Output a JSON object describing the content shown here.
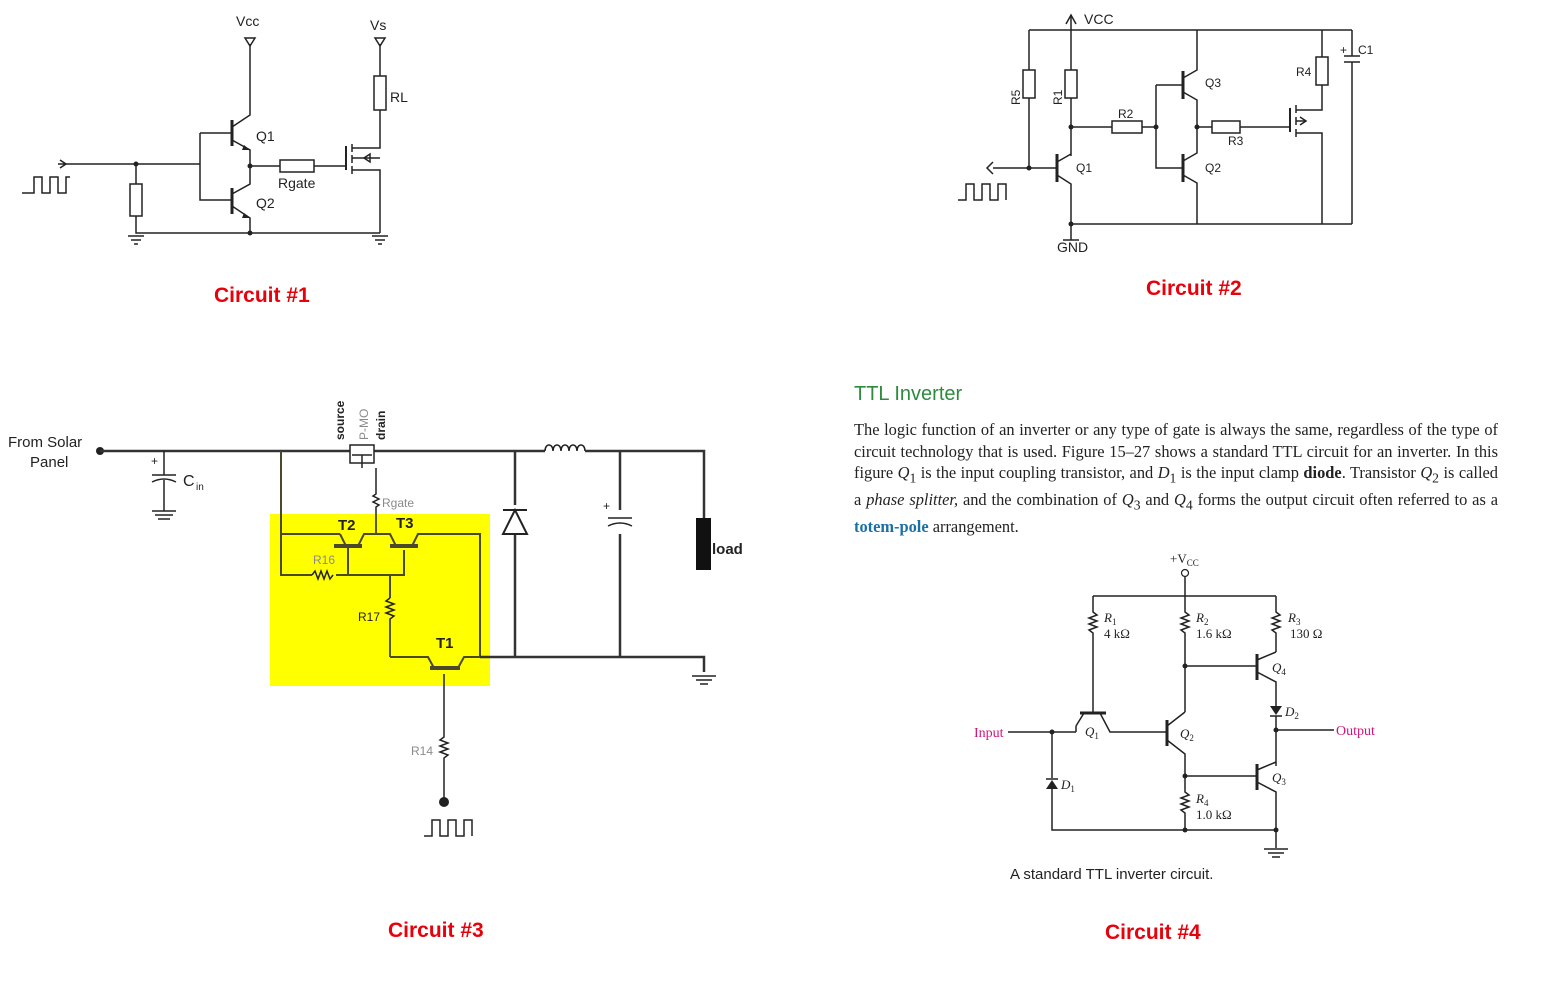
{
  "captions": {
    "c1": "Circuit #1",
    "c2": "Circuit #2",
    "c3": "Circuit #3",
    "c4": "Circuit #4"
  },
  "circuit1": {
    "vcc": "Vcc",
    "vs": "Vs",
    "rl": "RL",
    "q1": "Q1",
    "q2": "Q2",
    "rgate": "Rgate"
  },
  "circuit2": {
    "vcc": "VCC",
    "gnd": "GND",
    "r1": "R1",
    "r2": "R2",
    "r3": "R3",
    "r4": "R4",
    "r5": "R5",
    "q1": "Q1",
    "q2": "Q2",
    "q3": "Q3",
    "c1": "C1"
  },
  "circuit3": {
    "from": "From Solar",
    "panel": "Panel",
    "cin": "C",
    "cin_sub": "in",
    "source": "source",
    "pmo": "P-MO",
    "drain": "drain",
    "rgate": "Rgate",
    "t1": "T1",
    "t2": "T2",
    "t3": "T3",
    "r14": "R14",
    "r16": "R16",
    "r17": "R17",
    "load": "load",
    "highlight_color": "#ffff00"
  },
  "circuit4": {
    "title": "TTL Inverter",
    "paragraph_html": "The logic function of an inverter or any type of gate is always the same, regardless of the type of circuit technology that is used. Figure 15–27 shows a standard TTL circuit for an inverter. In this figure <i>Q</i><sub>1</sub> is the input coupling transistor, and <i>D</i><sub>1</sub> is the input clamp <b>diode</b>. Transistor <i>Q</i><sub>2</sub> is called a <i>phase splitter,</i> and the combination of <i>Q</i><sub>3</sub> and <i>Q</i><sub>4</sub> forms the output circuit often referred to as a <span class=\"hl\">totem-pole</span> arrangement.",
    "vcc": "+V",
    "vcc_sub": "CC",
    "r1": "R",
    "r1_sub": "1",
    "r1_val": "4 kΩ",
    "r2": "R",
    "r2_sub": "2",
    "r2_val": "1.6 kΩ",
    "r3": "R",
    "r3_sub": "3",
    "r3_val": "130 Ω",
    "r4": "R",
    "r4_sub": "4",
    "r4_val": "1.0 kΩ",
    "q1": "Q",
    "q1_sub": "1",
    "q2": "Q",
    "q2_sub": "2",
    "q3": "Q",
    "q3_sub": "3",
    "q4": "Q",
    "q4_sub": "4",
    "d1": "D",
    "d1_sub": "1",
    "d2": "D",
    "d2_sub": "2",
    "input": "Input",
    "output": "Output",
    "figure_caption": "A standard TTL inverter circuit."
  }
}
